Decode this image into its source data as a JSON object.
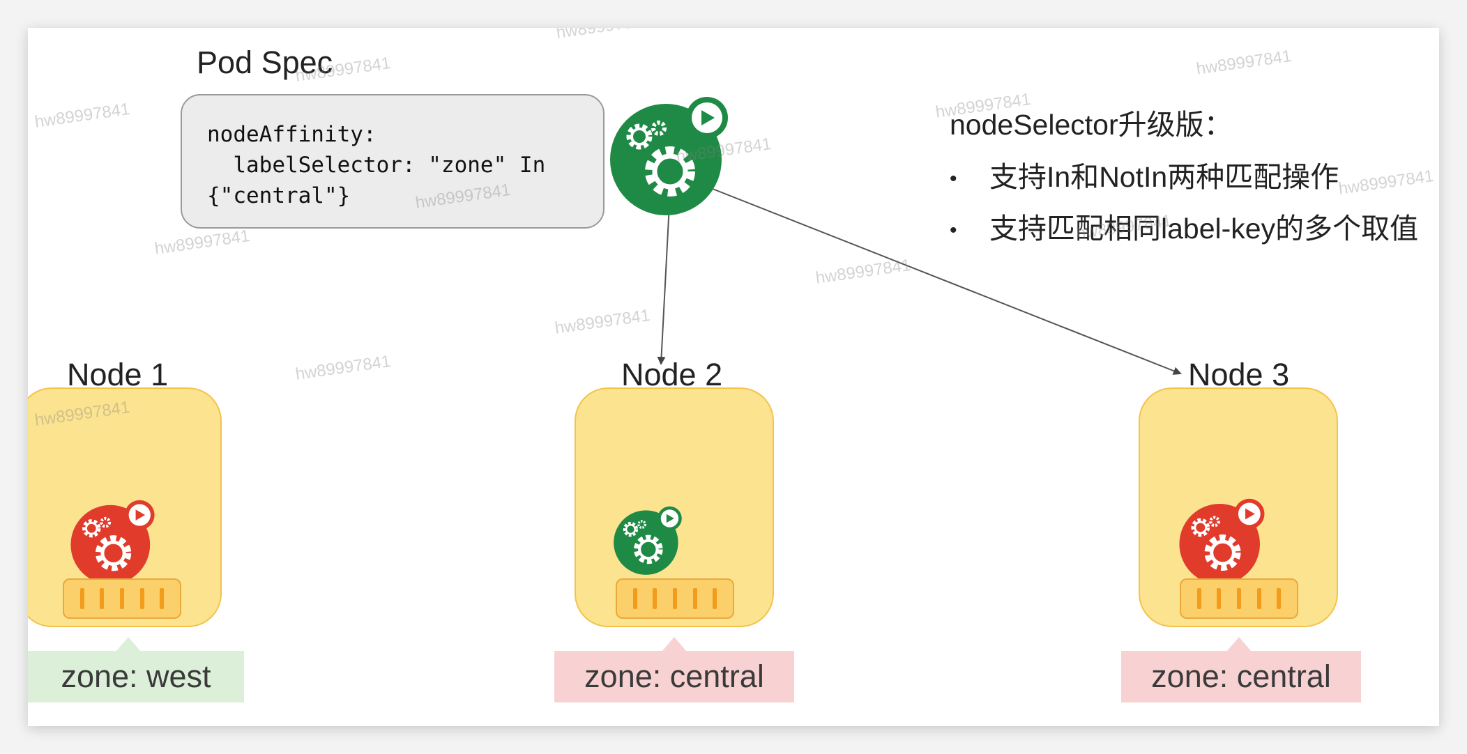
{
  "pod_spec": {
    "title": "Pod Spec",
    "code_lines": [
      "nodeAffinity:",
      "  labelSelector: \"zone\" In",
      "{\"central\"}"
    ]
  },
  "notes": {
    "heading": "nodeSelector升级版：",
    "bullets": [
      "支持In和NotIn两种匹配操作",
      "支持匹配相同label-key的多个取值"
    ]
  },
  "nodes": [
    {
      "title": "Node 1",
      "zone_label": "zone: west",
      "pod_status": "red"
    },
    {
      "title": "Node 2",
      "zone_label": "zone: central",
      "pod_status": "green"
    },
    {
      "title": "Node 3",
      "zone_label": "zone: central",
      "pod_status": "red"
    }
  ],
  "watermark_text": "hw89997841",
  "colors": {
    "pod_green": "#1f8a45",
    "pod_red": "#e03b2b",
    "node_fill": "#fce390",
    "rack_fill": "#fbd06a",
    "zone_west": "#dcefd8",
    "zone_central": "#f8d2d2"
  }
}
